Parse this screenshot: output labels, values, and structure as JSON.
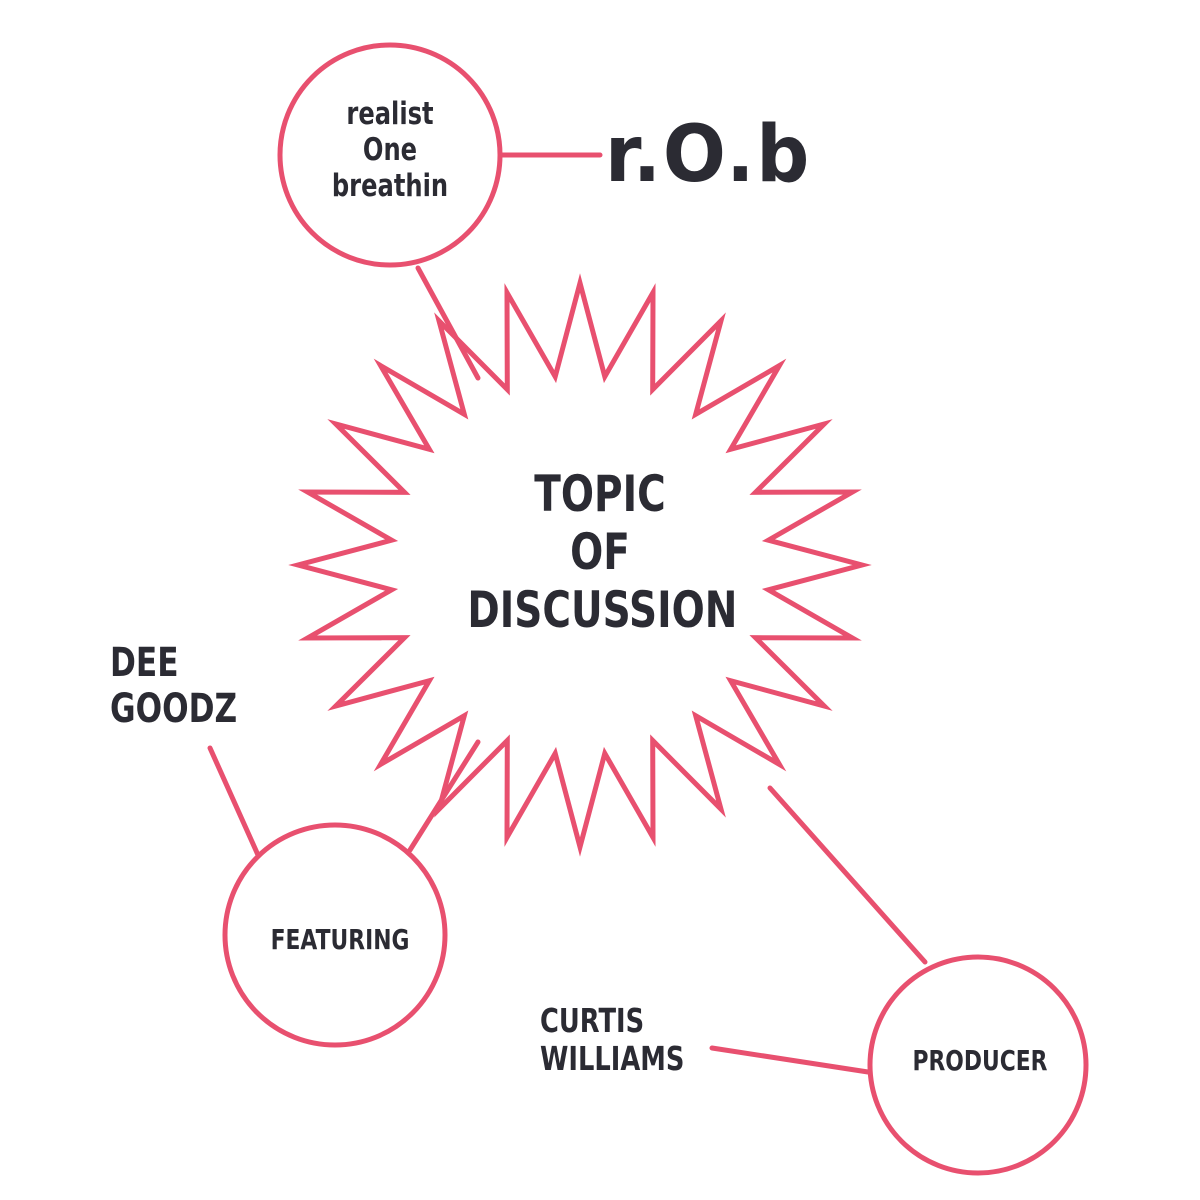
{
  "colors": {
    "accent": "#e8506f",
    "text": "#2b2b33",
    "background": "#ffffff"
  },
  "center": {
    "lines": [
      "TOPIC",
      "OF",
      "DISCUSSION"
    ]
  },
  "nodes": {
    "top": {
      "lines": [
        "realist",
        "One",
        "breathin"
      ],
      "callout": "r.O.b"
    },
    "left": {
      "label": "FEATURING",
      "callout": [
        "DEE",
        "GOODZ"
      ]
    },
    "right": {
      "label": "PRODUCER",
      "callout": [
        "CURTIS",
        "WILLIAMS"
      ]
    }
  }
}
